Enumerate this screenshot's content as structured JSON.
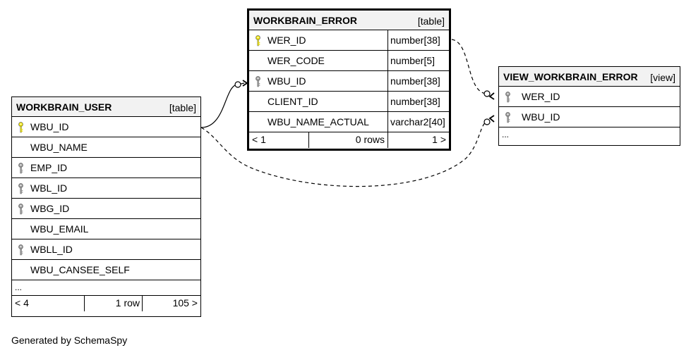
{
  "tables": {
    "workbrain_user": {
      "name": "WORKBRAIN_USER",
      "type": "[table]",
      "columns": [
        {
          "name": "WBU_ID",
          "key": "primary"
        },
        {
          "name": "WBU_NAME",
          "key": "none"
        },
        {
          "name": "EMP_ID",
          "key": "foreign"
        },
        {
          "name": "WBL_ID",
          "key": "foreign"
        },
        {
          "name": "WBG_ID",
          "key": "foreign"
        },
        {
          "name": "WBU_EMAIL",
          "key": "none"
        },
        {
          "name": "WBLL_ID",
          "key": "foreign"
        },
        {
          "name": "WBU_CANSEE_SELF",
          "key": "none"
        }
      ],
      "ellipsis": "...",
      "footer": {
        "parents": "< 4",
        "rows": "1 row",
        "children": "105 >"
      }
    },
    "workbrain_error": {
      "name": "WORKBRAIN_ERROR",
      "type": "[table]",
      "columns": [
        {
          "name": "WER_ID",
          "datatype": "number[38]",
          "key": "primary"
        },
        {
          "name": "WER_CODE",
          "datatype": "number[5]",
          "key": "none"
        },
        {
          "name": "WBU_ID",
          "datatype": "number[38]",
          "key": "foreign"
        },
        {
          "name": "CLIENT_ID",
          "datatype": "number[38]",
          "key": "none"
        },
        {
          "name": "WBU_NAME_ACTUAL",
          "datatype": "varchar2[40]",
          "key": "none"
        }
      ],
      "footer": {
        "parents": "< 1",
        "rows": "0 rows",
        "children": "1 >"
      }
    },
    "view_workbrain_error": {
      "name": "VIEW_WORKBRAIN_ERROR",
      "type": "[view]",
      "columns": [
        {
          "name": "WER_ID",
          "key": "foreign"
        },
        {
          "name": "WBU_ID",
          "key": "foreign"
        }
      ],
      "ellipsis": "..."
    }
  },
  "colors": {
    "primary_key": "#f2e600",
    "foreign_key": "#9a9a9a",
    "header_bg": "#f2f2f2",
    "line": "#000000"
  },
  "footer_text": "Generated by SchemaSpy"
}
